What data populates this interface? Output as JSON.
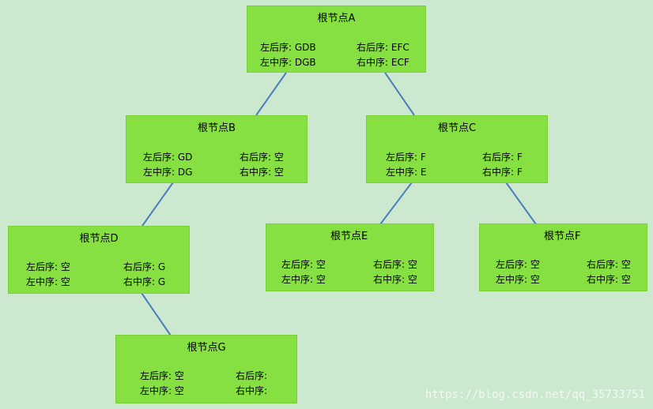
{
  "diagram": {
    "nodes": [
      {
        "id": "A",
        "title": "根节点A",
        "left_postorder": "左后序: GDB",
        "right_postorder": "右后序: EFC",
        "left_inorder": "左中序: DGB",
        "right_inorder": "右中序: ECF"
      },
      {
        "id": "B",
        "title": "根节点B",
        "left_postorder": "左后序: GD",
        "right_postorder": "右后序: 空",
        "left_inorder": "左中序: DG",
        "right_inorder": "右中序: 空"
      },
      {
        "id": "C",
        "title": "根节点C",
        "left_postorder": "左后序: F",
        "right_postorder": "右后序: F",
        "left_inorder": "左中序: E",
        "right_inorder": "右中序: F"
      },
      {
        "id": "D",
        "title": "根节点D",
        "left_postorder": "左后序: 空",
        "right_postorder": "右后序: G",
        "left_inorder": "左中序: 空",
        "right_inorder": "右中序: G"
      },
      {
        "id": "E",
        "title": "根节点E",
        "left_postorder": "左后序: 空",
        "right_postorder": "右后序: 空",
        "left_inorder": "左中序: 空",
        "right_inorder": "右中序: 空"
      },
      {
        "id": "F",
        "title": "根节点F",
        "left_postorder": "左后序: 空",
        "right_postorder": "右后序: 空",
        "left_inorder": "左中序: 空",
        "right_inorder": "右中序: 空"
      },
      {
        "id": "G",
        "title": "根节点G",
        "left_postorder": "左后序: 空",
        "right_postorder": "右后序:",
        "left_inorder": "左中序: 空",
        "right_inorder": "右中序:"
      }
    ],
    "edges": [
      {
        "from": "A",
        "to": "B"
      },
      {
        "from": "A",
        "to": "C"
      },
      {
        "from": "B",
        "to": "D"
      },
      {
        "from": "C",
        "to": "E"
      },
      {
        "from": "C",
        "to": "F"
      },
      {
        "from": "D",
        "to": "G"
      }
    ]
  },
  "watermark": "https://blog.csdn.net/qq_35733751",
  "colors": {
    "background": "#cce8cf",
    "node_fill": "#86e041",
    "edge": "#4a7ebb"
  }
}
